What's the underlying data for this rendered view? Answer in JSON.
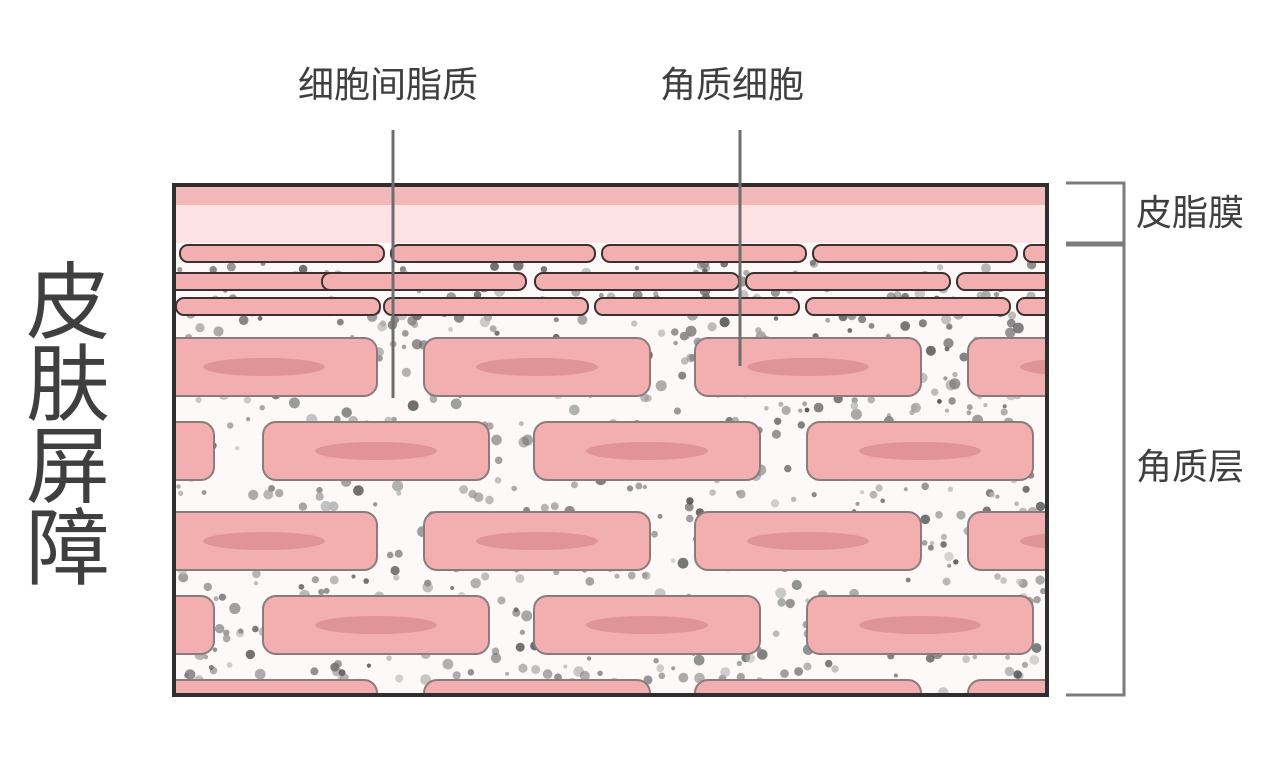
{
  "title": "皮肤屏障",
  "callouts": {
    "lipid": "细胞间脂质",
    "corneocyte": "角质细胞"
  },
  "layers": {
    "sebum": "皮脂膜",
    "stratum_corneum": "角质层"
  },
  "colors": {
    "text": "#3f3f3f",
    "frame": "#2f2f2f",
    "cell_fill": "#f3afaf",
    "cell_stroke": "#8a7c7c",
    "nucleus": "#d98b8f",
    "sebum_dark": "#f3b8b8",
    "sebum_light": "#fde3e3",
    "matrix": "#fdf9f8",
    "dots": "#6e6e6e",
    "bracket": "#7b7b7b",
    "leader": "#6e6e6e"
  }
}
